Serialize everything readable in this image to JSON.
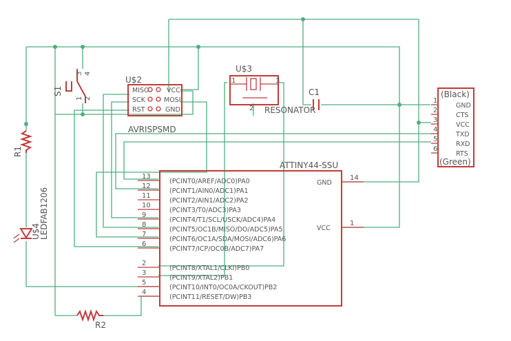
{
  "parts": {
    "u2": {
      "name": "U$2",
      "value": "AVRISPSMD",
      "pins_left": [
        "MISO",
        "SCK",
        "RST"
      ],
      "pins_right": [
        "VCC",
        "MOSI",
        "GND"
      ]
    },
    "u3": {
      "name": "U$3",
      "value": "RESONATOR",
      "pin1": "1",
      "pin2": "2",
      "pin3": "3"
    },
    "c1": {
      "name": "C1"
    },
    "s1": {
      "name": "S1",
      "pin1": "1",
      "pin2": "2",
      "pin3": "3",
      "pin4": "4"
    },
    "r1": {
      "name": "R1"
    },
    "r2": {
      "name": "R2"
    },
    "u4": {
      "name": "U$4",
      "value": "LEDFAB1206"
    },
    "ftdi": {
      "header_top": "(Black)",
      "header_bottom": "(Green)",
      "pins": [
        {
          "num": "1",
          "label": "GND"
        },
        {
          "num": "2",
          "label": "CTS"
        },
        {
          "num": "3",
          "label": "VCC"
        },
        {
          "num": "4",
          "label": "TXD"
        },
        {
          "num": "5",
          "label": "RXD"
        },
        {
          "num": "6",
          "label": "RTS"
        }
      ]
    },
    "attiny": {
      "name": "ATTINY44-SSU",
      "left_pins": [
        {
          "num": "13",
          "label": "(PCINT0/AREF/ADC0)PA0"
        },
        {
          "num": "12",
          "label": "(PCINT1/AIN0/ADC1)PA1"
        },
        {
          "num": "11",
          "label": "(PCINT2/AIN1/ADC2)PA2"
        },
        {
          "num": "10",
          "label": "(PCINT3/T0/ADC3)PA3"
        },
        {
          "num": "9",
          "label": "(PCINT4/T1/SCL/USCK/ADC4)PA4"
        },
        {
          "num": "8",
          "label": "(PCINT5/OC1B/MISO/DO/ADC5)PA5"
        },
        {
          "num": "7",
          "label": "(PCINT6/OC1A/SDA/MOSI/ADC6)PA6"
        },
        {
          "num": "6",
          "label": "(PCINT7/ICP/OC0B/ADC7)PA7"
        },
        {
          "num": "2",
          "label": "(PCINT8/XTAL1/CLKI)PB0"
        },
        {
          "num": "3",
          "label": "(PCINT9/XTAL2)PB1"
        },
        {
          "num": "5",
          "label": "(PCINT10/INT0/OC0A/CKOUT)PB2"
        },
        {
          "num": "4",
          "label": "(PCINT11/RESET/DW)PB3"
        }
      ],
      "gnd": {
        "num": "14",
        "label": "GND"
      },
      "vcc": {
        "num": "1",
        "label": "VCC"
      }
    }
  }
}
